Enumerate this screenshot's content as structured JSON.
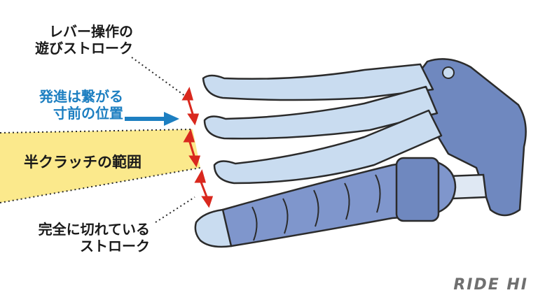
{
  "labels": {
    "play_stroke": [
      "レバー操作の",
      "遊びストローク"
    ],
    "engage_point": [
      "発進は繋がる",
      "寸前の位置"
    ],
    "half_clutch": "半クラッチの範囲",
    "disengaged_stroke": [
      "完全に切れている",
      "ストローク"
    ]
  },
  "logo": "RIDE HI",
  "colors": {
    "lever_fill": "#c9dcf0",
    "lever_dark": "#6f88bf",
    "grip": "#7f96cc",
    "outline": "#2b2b2b",
    "band": "#fbe98c",
    "arrow_blue": "#1d7fc1",
    "range_arrow": "#d9281e"
  }
}
